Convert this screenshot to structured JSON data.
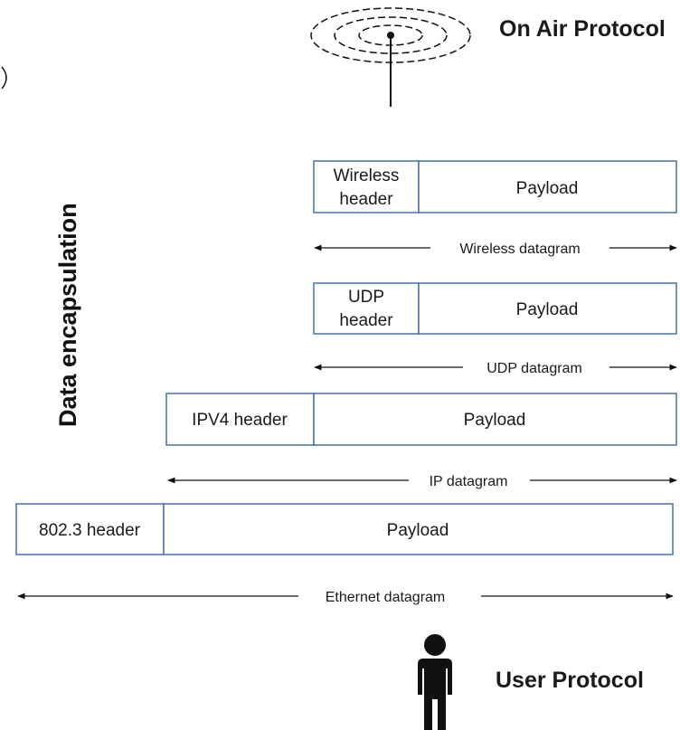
{
  "labels": {
    "on_air": "On Air Protocol",
    "user": "User Protocol",
    "side": "Data encapsulation"
  },
  "layers": [
    {
      "header": [
        "Wireless",
        "header"
      ],
      "payload": "Payload",
      "datagram": "Wireless datagram"
    },
    {
      "header": [
        "UDP",
        "header"
      ],
      "payload": "Payload",
      "datagram": "UDP datagram"
    },
    {
      "header": [
        "IPV4 header"
      ],
      "payload": "Payload",
      "datagram": "IP datagram"
    },
    {
      "header": [
        "802.3 header"
      ],
      "payload": "Payload",
      "datagram": "Ethernet datagram"
    }
  ],
  "icons": {
    "top": "antenna-icon",
    "bottom": "person-icon"
  }
}
